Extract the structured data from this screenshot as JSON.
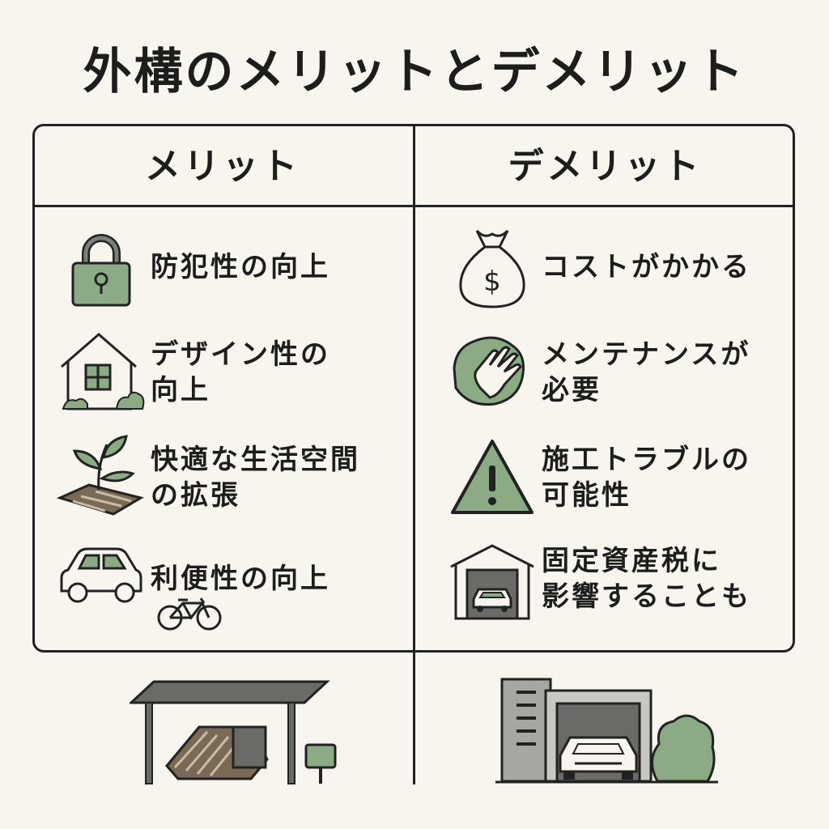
{
  "title": "外構のメリットとデメリット",
  "merits": {
    "heading": "メリット",
    "items": [
      {
        "label": "防犯性の向上",
        "icon": "padlock-icon"
      },
      {
        "label": "デザイン性の\n向上",
        "icon": "house-icon"
      },
      {
        "label": "快適な生活空間\nの拡張",
        "icon": "plant-sprout-icon"
      },
      {
        "label": "利便性の向上",
        "icon": "car-bicycle-icon"
      }
    ]
  },
  "demerits": {
    "heading": "デメリット",
    "items": [
      {
        "label": "コストがかかる",
        "icon": "money-bag-icon"
      },
      {
        "label": "メンテナンスが\n必要",
        "icon": "cleaning-cloth-hand-icon"
      },
      {
        "label": "施工トラブルの\n可能性",
        "icon": "warning-icon"
      },
      {
        "label": "固定資産税に\n影響することも",
        "icon": "garage-icon"
      }
    ]
  },
  "colors": {
    "accent_green": "#8aab84",
    "outline": "#222222",
    "background": "#f8f5ee",
    "soil_brown": "#7a6a55",
    "roof_gray": "#6a6a66"
  }
}
